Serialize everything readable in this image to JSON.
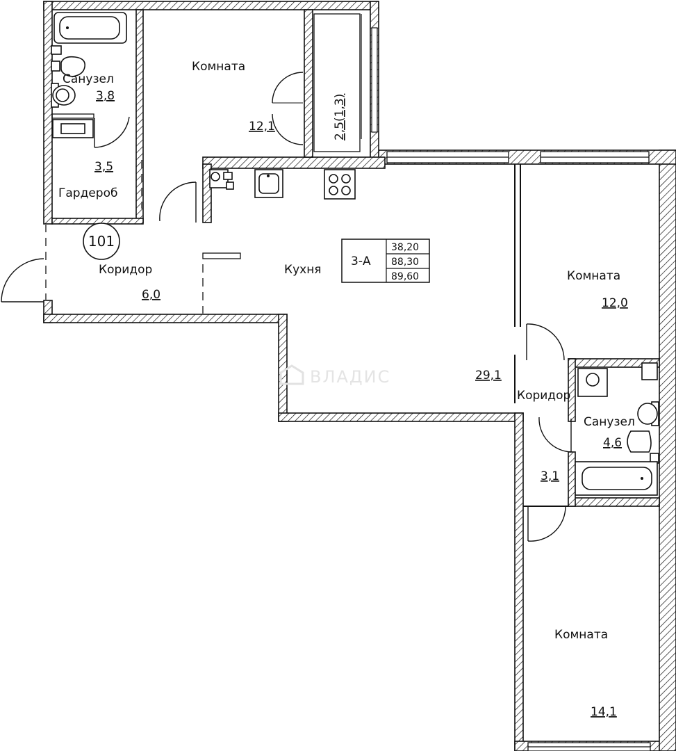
{
  "rooms": {
    "room1": {
      "name": "Комната",
      "area": "12,1"
    },
    "balcony": {
      "area": "2,5(1,3)"
    },
    "bath1": {
      "name": "Санузел",
      "area": "3,8"
    },
    "wardrobe": {
      "name": "Гардероб",
      "area": "3,5"
    },
    "hall1": {
      "name": "Коридор",
      "area": "6,0"
    },
    "kitchen": {
      "name": "Кухня",
      "area": "29,1"
    },
    "room2": {
      "name": "Комната",
      "area": "12,0"
    },
    "hall2": {
      "name": "Коридор",
      "area": "3,1"
    },
    "bath2": {
      "name": "Санузел",
      "area": "4,6"
    },
    "room3": {
      "name": "Комната",
      "area": "14,1"
    }
  },
  "apartment_number": "101",
  "apartment_type": {
    "code": "3-А",
    "areas": [
      "38,20",
      "88,30",
      "89,60"
    ]
  },
  "watermark": "ВЛАДИС"
}
